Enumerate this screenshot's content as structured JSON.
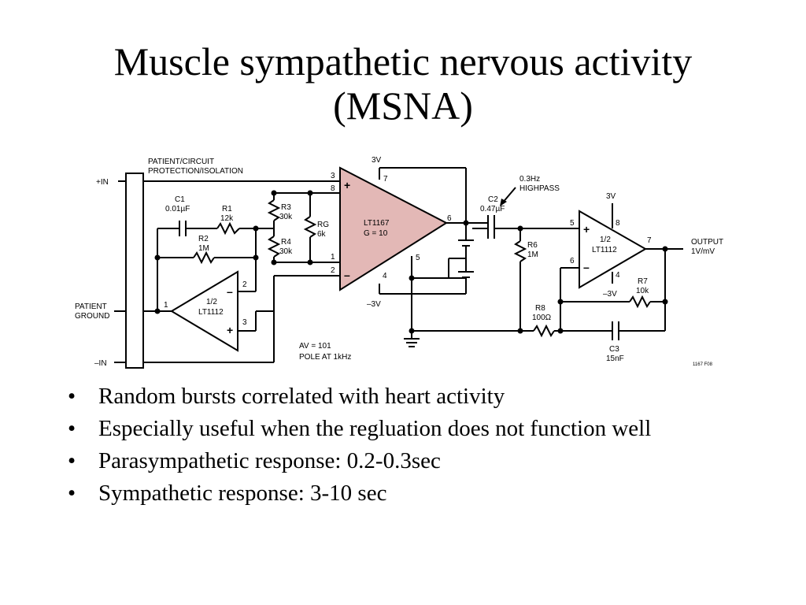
{
  "title_lines": [
    "Muscle sympathetic nervous activity",
    "(MSNA)"
  ],
  "bullets": [
    "Random bursts correlated with heart activity",
    "Especially useful when the regluation does not function well",
    "Parasympathetic response: 0.2-0.3sec",
    "Sympathetic response: 3-10 sec"
  ],
  "bullet_glyph": "•",
  "schematic": {
    "in_plus": "+IN",
    "in_minus": "–IN",
    "patient_ground": [
      "PATIENT",
      "GROUND"
    ],
    "protection": [
      "PATIENT/CIRCUIT",
      "PROTECTION/ISOLATION"
    ],
    "c1": [
      "C1",
      "0.01µF"
    ],
    "r1": [
      "R1",
      "12k"
    ],
    "r2": [
      "R2",
      "1M"
    ],
    "r3": [
      "R3",
      "30k"
    ],
    "r4": [
      "R4",
      "30k"
    ],
    "rg": [
      "RG",
      "6k"
    ],
    "lt1167": [
      "LT1167",
      "G = 10"
    ],
    "lt1112_left": [
      "1/2",
      "LT1112"
    ],
    "lt1112_right": [
      "1/2",
      "LT1112"
    ],
    "c2": [
      "C2",
      "0.47µF"
    ],
    "r6": [
      "R6",
      "1M"
    ],
    "r7": [
      "R7",
      "10k"
    ],
    "r8": [
      "R8",
      "100Ω"
    ],
    "c3": [
      "C3",
      "15nF"
    ],
    "highpass": [
      "0.3Hz",
      "HIGHPASS"
    ],
    "output": [
      "OUTPUT",
      "1V/mV"
    ],
    "gain": [
      "AV = 101",
      "POLE AT 1kHz"
    ],
    "supply_pos": "3V",
    "supply_neg": "–3V",
    "figure_id": "1167 F08",
    "pins": {
      "a3": "3",
      "a8": "8",
      "a1": "1",
      "a2": "2",
      "a7": "7",
      "a6": "6",
      "a5": "5",
      "a4": "4",
      "l1": "1",
      "l2": "2",
      "l3": "3",
      "r5": "5",
      "r6": "6",
      "r7": "7",
      "r8": "8",
      "r4": "4"
    },
    "plus": "+",
    "minus": "–"
  },
  "colors": {
    "amp_fill": "#e3b8b6",
    "text": "#000000"
  }
}
